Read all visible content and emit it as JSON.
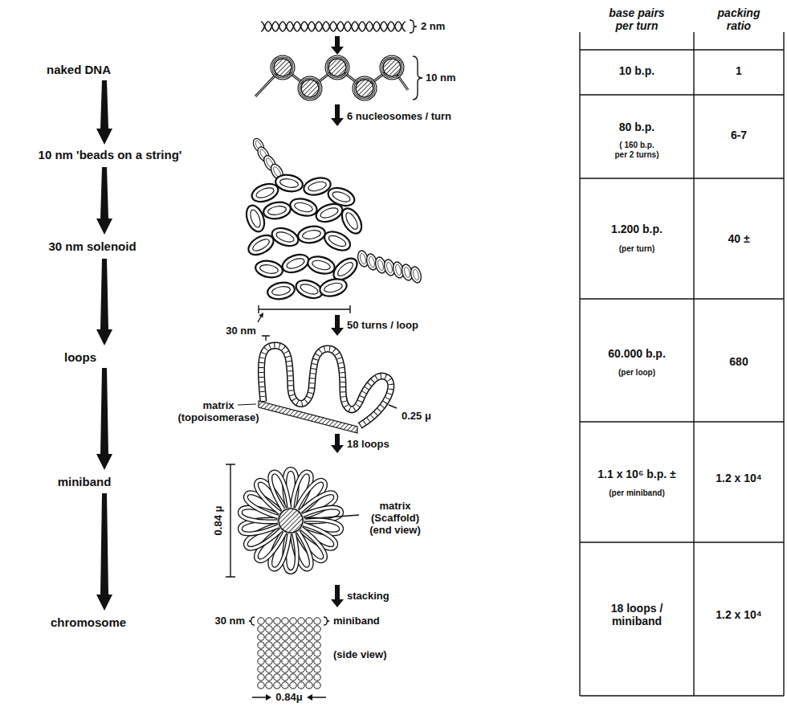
{
  "diagram": {
    "labels": [
      "naked DNA",
      "10 nm 'beads on a string'",
      "30 nm solenoid",
      "loops",
      "miniband",
      "chromosome",
      "2 nm",
      "10 nm",
      "6 nucleosomes / turn",
      "30 nm",
      "50 turns / loop",
      "matrix (topoisomerase)",
      "0.25 μ",
      "18 loops",
      "0.84 μ",
      "matrix (Scaffold) (end view)",
      "stacking",
      "30 nm",
      "miniband",
      "(side view)",
      "0.84μ",
      "base pairs per turn",
      "packing ratio",
      "10 b.p.",
      "1",
      "80 b.p.",
      "( 160 b.p. per 2 turns)",
      "6-7",
      "1.200 b.p.",
      "(per turn)",
      "40 ±",
      "60.000 b.p.",
      "(per loop)",
      "680",
      "1.1 x 10⁶ b.p. ±",
      "(per miniband)",
      "1.2 x 10⁴",
      "18 loops / miniband",
      "1.2 x 10⁴"
    ]
  }
}
